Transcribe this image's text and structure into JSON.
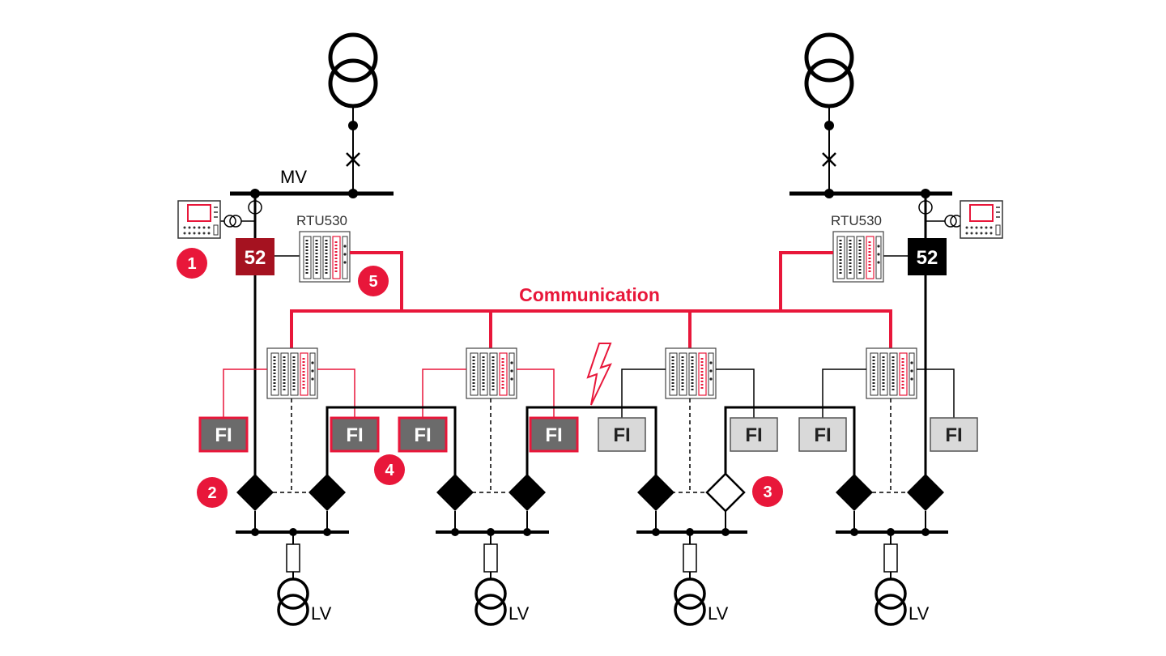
{
  "labels": {
    "mv": "MV",
    "communication": "Communication",
    "rtu_left": "RTU530",
    "rtu_right": "RTU530",
    "lv": [
      "LV",
      "LV",
      "LV",
      "LV"
    ]
  },
  "breakers": {
    "left": "52",
    "right": "52"
  },
  "fault_indicators": [
    "FI",
    "FI",
    "FI",
    "FI",
    "FI",
    "FI",
    "FI",
    "FI"
  ],
  "badges": [
    "1",
    "2",
    "3",
    "4",
    "5"
  ],
  "colors": {
    "accent": "#e8173a",
    "breaker_left": "#a51220",
    "breaker_right": "#000000",
    "fi_active": "#6b6b6b",
    "fi_inactive": "#d9d9d9",
    "line": "#000000"
  }
}
